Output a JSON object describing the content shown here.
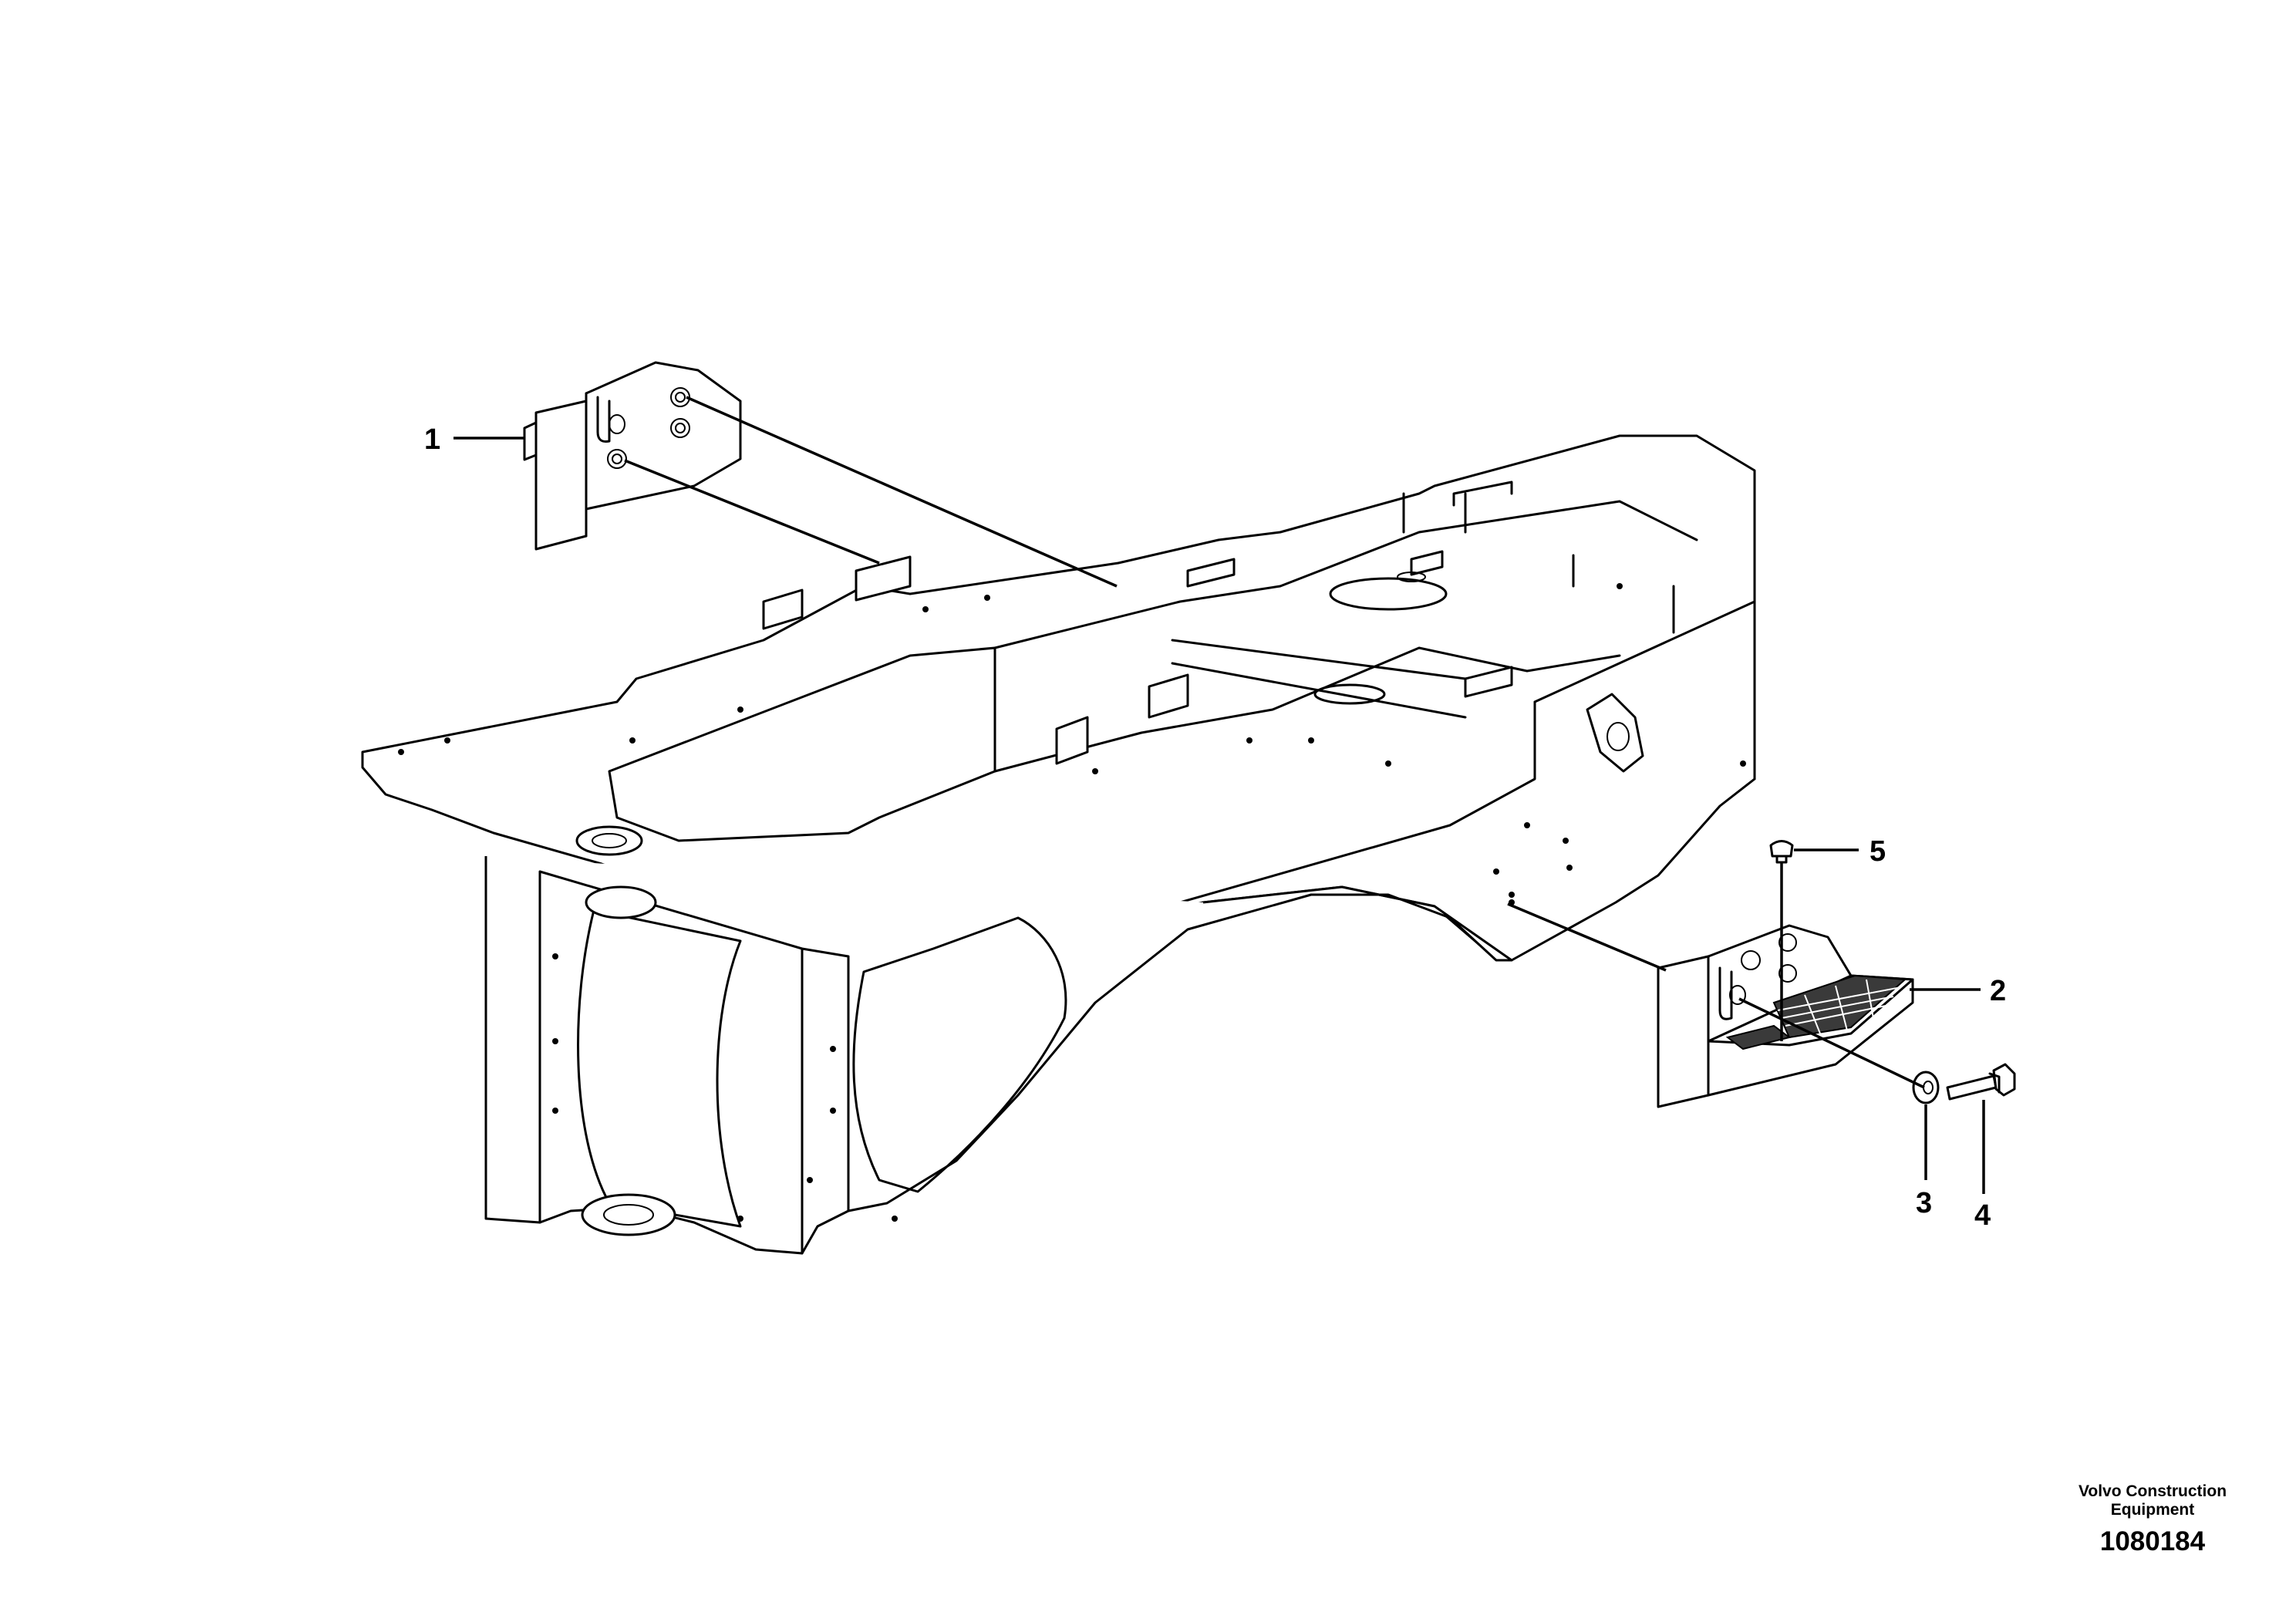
{
  "drawing": {
    "callouts": [
      {
        "id": "1",
        "label": "1"
      },
      {
        "id": "2",
        "label": "2"
      },
      {
        "id": "3",
        "label": "3"
      },
      {
        "id": "4",
        "label": "4"
      },
      {
        "id": "5",
        "label": "5"
      }
    ]
  },
  "footer": {
    "brand_line1": "Volvo Construction",
    "brand_line2": "Equipment",
    "drawing_number": "1080184"
  }
}
